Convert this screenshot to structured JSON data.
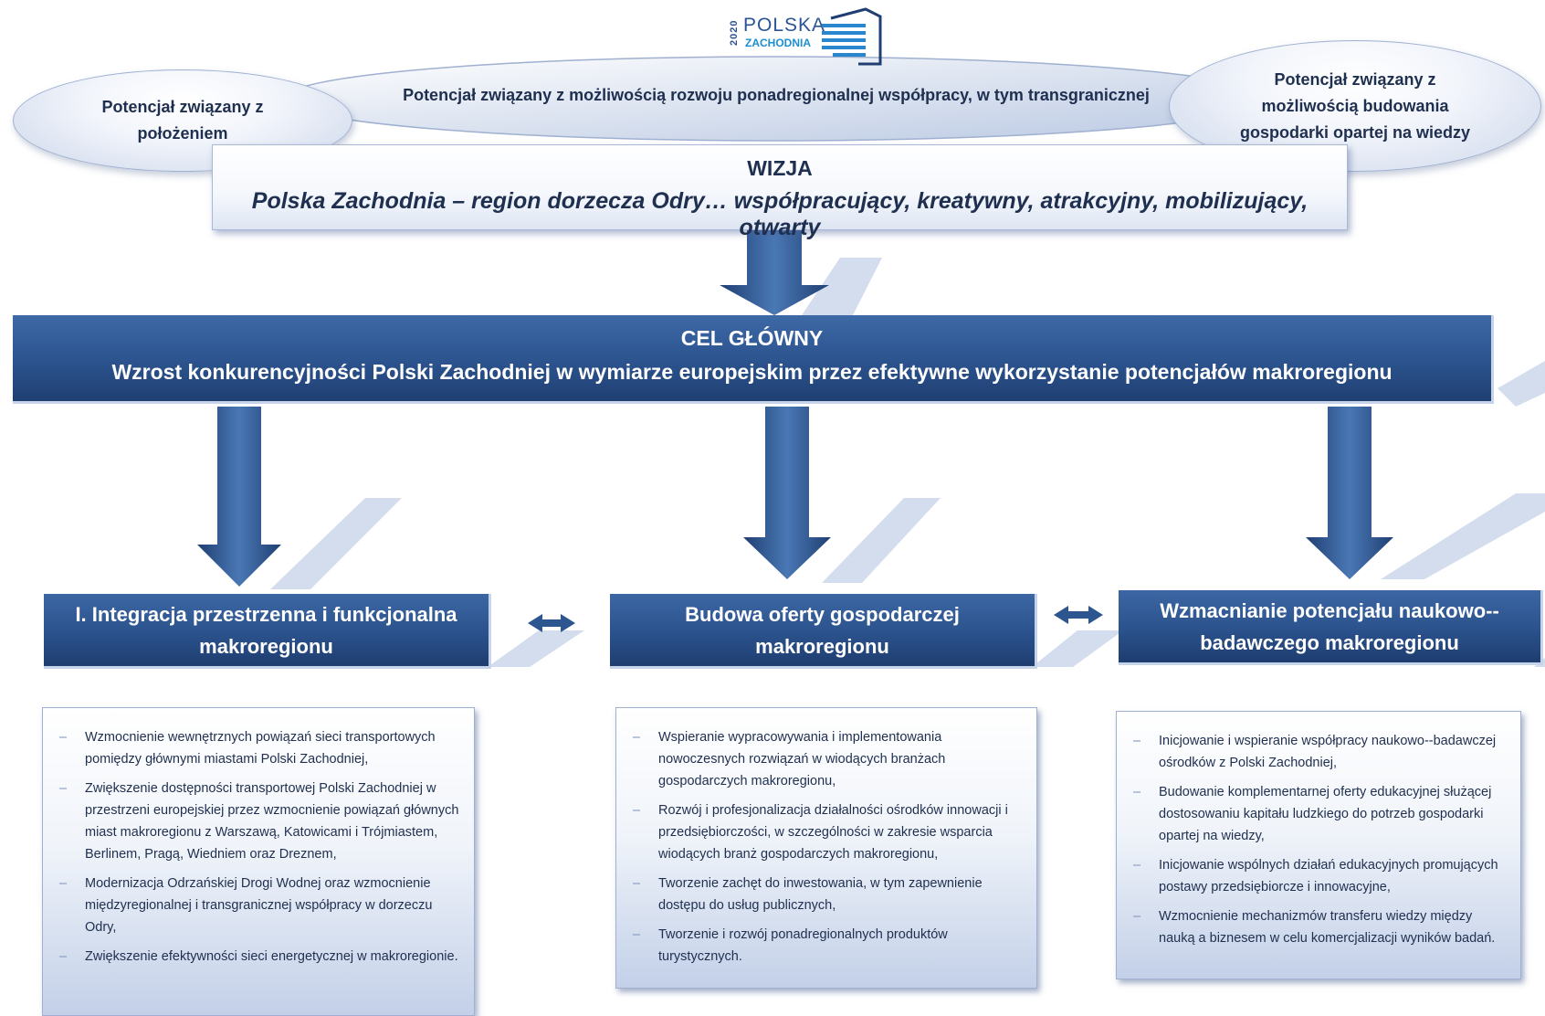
{
  "logo": {
    "year": "2020",
    "line1": "POLSKA",
    "line2": "ZACHODNIA"
  },
  "potentials": {
    "left": "Potencjał związany z położeniem",
    "center": "Potencjał związany z możliwością rozwoju ponadregionalnej współpracy, w tym transgranicznej",
    "right": "Potencjał związany z możliwością budowania gospodarki opartej na wiedzy"
  },
  "vision": {
    "title": "WIZJA",
    "text": "Polska Zachodnia – region dorzecza Odry… współpracujący, kreatywny, atrakcyjny, mobilizujący, otwarty"
  },
  "main_goal": {
    "title": "CEL GŁÓWNY",
    "text": "Wzrost konkurencyjności Polski Zachodniej w wymiarze europejskim przez efektywne wykorzystanie potencjałów makroregionu"
  },
  "pillars": [
    {
      "title": "I. Integracja przestrzenna i funkcjonalna makroregionu",
      "items": [
        "Wzmocnienie wewnętrznych powiązań sieci transportowych pomiędzy głównymi miastami Polski Zachodniej,",
        "Zwiększenie dostępności transportowej Polski Zachodniej w przestrzeni europejskiej przez wzmocnienie powiązań głównych miast makroregionu z Warszawą, Katowicami i Trójmiastem, Berlinem, Pragą, Wiedniem oraz Dreznem,",
        "Modernizacja Odrzańskiej Drogi Wodnej oraz wzmocnienie międzyregionalnej i transgranicznej współpracy w dorzeczu Odry,",
        "Zwiększenie efektywności sieci energetycznej w makroregionie."
      ]
    },
    {
      "title": "Budowa oferty gospodarczej makroregionu",
      "items": [
        "Wspieranie wypracowywania i implementowania nowoczesnych rozwiązań w wiodących branżach gospodarczych makroregionu,",
        "Rozwój i profesjonalizacja działalności ośrodków innowacji i przedsiębiorczości, w szczególności w zakresie wsparcia wiodących branż gospodarczych makroregionu,",
        "Tworzenie zachęt do inwestowania, w tym zapewnienie dostępu do usług publicznych,",
        "Tworzenie i rozwój ponadregionalnych produktów turystycznych."
      ]
    },
    {
      "title": "Wzmacnianie potencjału naukowo--badawczego makroregionu",
      "items": [
        "Inicjowanie i wspieranie współpracy naukowo--badawczej ośrodków z Polski Zachodniej,",
        "Budowanie komplementarnej oferty edukacyjnej służącej dostosowaniu kapitału ludzkiego do potrzeb gospodarki opartej na wiedzy,",
        "Inicjowanie wspólnych działań edukacyjnych promujących postawy przedsiębiorcze i innowacyjne,",
        "Wzmocnienie mechanizmów transferu wiedzy między nauką a biznesem w celu komercjalizacji wyników badań."
      ]
    }
  ]
}
